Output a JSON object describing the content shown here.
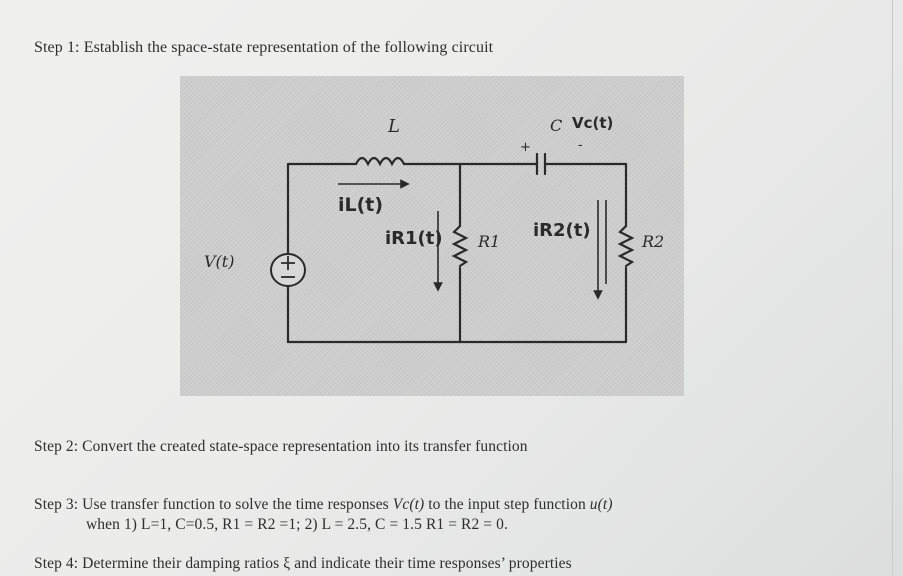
{
  "steps": {
    "step1": "Step 1: Establish the space-state representation of the following circuit",
    "step2": "Step 2: Convert the created state-space representation into its transfer function",
    "step3_prefix": "Step 3: Use transfer function to solve the time responses ",
    "step3_var": "Vc(t)",
    "step3_mid": " to the input step function ",
    "step3_input": "u(t)",
    "step3_line2": "when 1) L=1, C=0.5, R1 = R2 =1; 2) L = 2.5, C = 1.5 R1 = R2 = 0.",
    "step4": "Step 4:  Determine their damping ratios ξ and indicate their time responses’ properties"
  },
  "circuit": {
    "source_label": "V(t)",
    "inductor_label": "L",
    "capacitor_label": "C",
    "capacitor_voltage": "Vc(t)",
    "cap_plus": "+",
    "cap_minus": "-",
    "inductor_current": "iL(t)",
    "r1_current": "iR1(t)",
    "r1_label": "R1",
    "r2_current": "iR2(t)",
    "r2_label": "R2"
  }
}
